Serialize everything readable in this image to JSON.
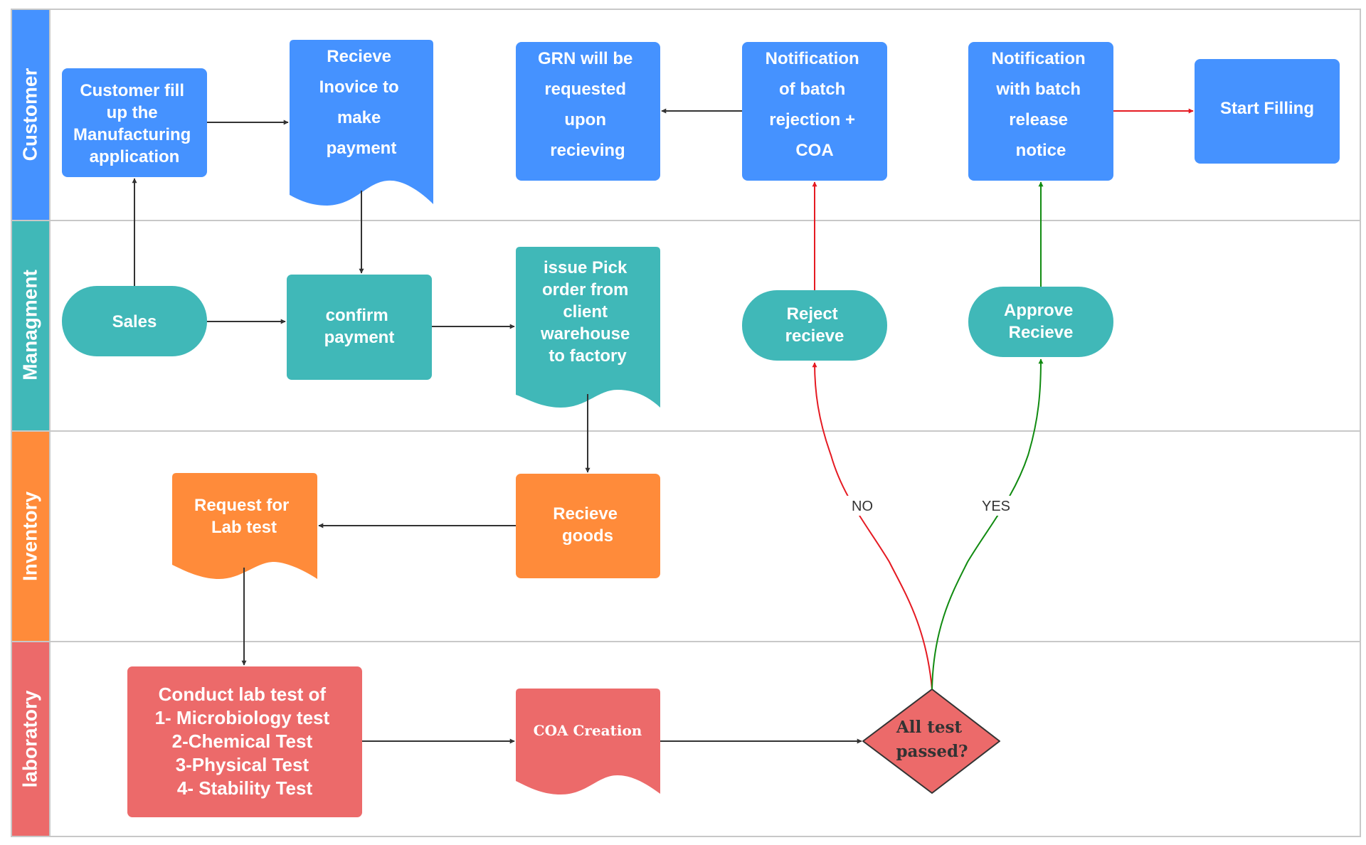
{
  "colors": {
    "customer": "#4592FF",
    "management": "#40B8B8",
    "inventory": "#FF8B3A",
    "laboratory": "#EC6A6A",
    "arrow_default": "#333333",
    "arrow_no": "#E51A22",
    "arrow_yes": "#118B11"
  },
  "lanes": [
    {
      "label": "Customer",
      "color": "customer"
    },
    {
      "label": "Managment",
      "color": "management"
    },
    {
      "label": "Inventory",
      "color": "inventory"
    },
    {
      "label": "laboratory",
      "color": "laboratory"
    }
  ],
  "nodes": {
    "customer_fill": [
      "Customer fill",
      "up the",
      "Manufacturing",
      "application"
    ],
    "receive_invoice": [
      "Recieve",
      "Inovice to",
      "make",
      "payment"
    ],
    "grn": [
      "GRN will be",
      "requested",
      "upon",
      "recieving"
    ],
    "notify_rejection": [
      "Notification",
      "of batch",
      "rejection +",
      "COA"
    ],
    "notify_release": [
      "Notification",
      "with batch",
      "release",
      "notice"
    ],
    "start_filling": [
      "Start Filling"
    ],
    "sales": [
      "Sales"
    ],
    "confirm_payment": [
      "confirm",
      "payment"
    ],
    "issue_pick": [
      "issue  Pick",
      "order from",
      "client",
      "warehouse",
      "to factory"
    ],
    "reject_receive": [
      "Reject",
      "recieve"
    ],
    "approve_receive": [
      "Approve",
      "Recieve"
    ],
    "request_lab": [
      "Request for",
      "Lab test"
    ],
    "receive_goods": [
      "Recieve",
      "goods"
    ],
    "conduct_lab": [
      "Conduct  lab test of",
      "1- Microbiology test",
      "2-Chemical Test",
      "3-Physical Test",
      "4- Stability Test"
    ],
    "coa_creation": [
      "COA Creation"
    ],
    "all_test": [
      "All test",
      "passed?"
    ]
  },
  "edge_labels": {
    "no": "NO",
    "yes": "YES"
  }
}
